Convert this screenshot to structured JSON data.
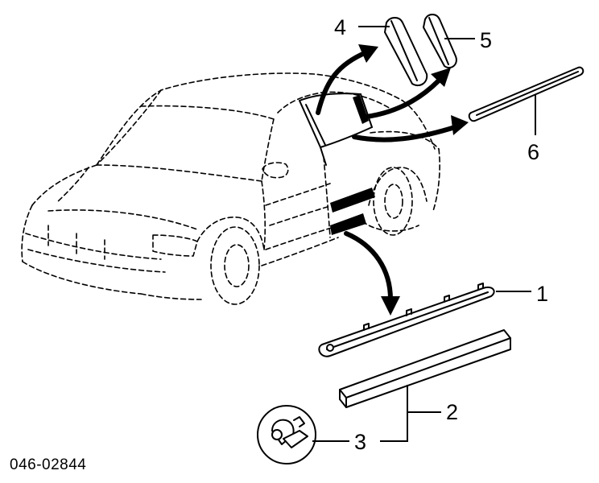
{
  "diagram": {
    "callouts": [
      "1",
      "2",
      "3",
      "4",
      "5",
      "6"
    ],
    "drawing_code": "046-02844"
  }
}
